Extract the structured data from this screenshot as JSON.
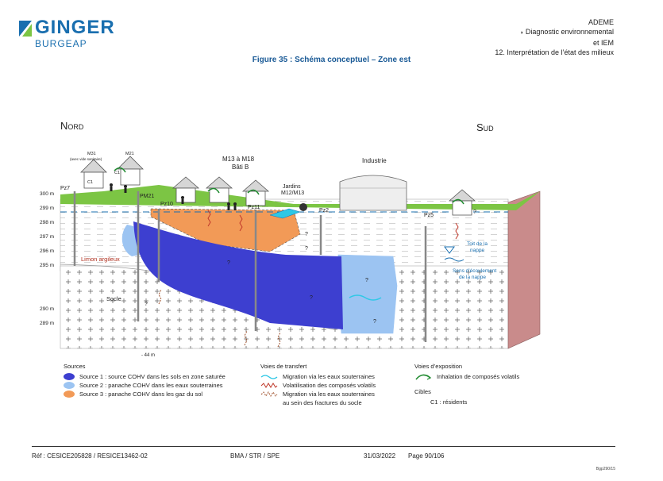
{
  "header": {
    "logo_top": "GINGER",
    "logo_bottom": "BURGEAP",
    "org": "ADEME",
    "section": "Diagnostic environnemental",
    "section_cont": "et IEM",
    "chapter": "12. Interprétation de l’état des milieux",
    "bullet_glyph": "◗"
  },
  "figure": {
    "title": "Figure 35 : Schéma conceptuel – Zone est"
  },
  "diagram": {
    "north": "Nord",
    "south": "Sud",
    "elevations": [
      "300 m",
      "299 m",
      "298 m",
      "297 m",
      "296 m",
      "295 m",
      "290 m",
      "289 m"
    ],
    "depth_label": "- 44 m",
    "wells": [
      "Pz7",
      "PM21",
      "Pz10",
      "Pz11",
      "Pz2",
      "Pz5"
    ],
    "houses": {
      "m31": "M31",
      "m31_note": "(avec vide sanitaire)",
      "m21": "M21",
      "c1": "C1",
      "m13": "M13 à M18",
      "bati": "Bâti B",
      "jardins": "Jardins",
      "jardins_ref": "M12/M13",
      "industrie": "Industrie"
    },
    "layers": {
      "limon": "Limon argileux",
      "socle": "Socle",
      "toit": "Toit de la",
      "toit2": "nappe",
      "sens": "Sens d’écoulement",
      "sens2": "de la nappe"
    },
    "unknown": "?",
    "colors": {
      "source1": "#3d3fd0",
      "source2": "#9cc4f2",
      "source3": "#f29a57",
      "grass": "#7cc544",
      "side": "#c98b8b"
    }
  },
  "legend": {
    "sources_title": "Sources",
    "source1": "Source 1 : source COHV dans les sols en zone saturée",
    "source2": "Source 2 : panache COHV dans les eaux souterraines",
    "source3": "Source 3 : panache COHV dans les gaz du sol",
    "transfer_title": "Voies de transfert",
    "transfer1": "Migration via les eaux souterraines",
    "transfer2": "Volatilisation des composés volatils",
    "transfer3a": "Migration via les eaux souterraines",
    "transfer3b": "au sein des fractures du socle",
    "exposure_title": "Voies d’exposition",
    "exposure1": "Inhalation de composés volatils",
    "targets_title": "Cibles",
    "target1": "C1 : résidents"
  },
  "footer": {
    "ref": "Réf : CESICE205828 / RESICE13462-02",
    "dept": "BMA / STR / SPE",
    "date": "31/03/2022",
    "page": "Page 90/106",
    "code": "Bgp290/15"
  }
}
